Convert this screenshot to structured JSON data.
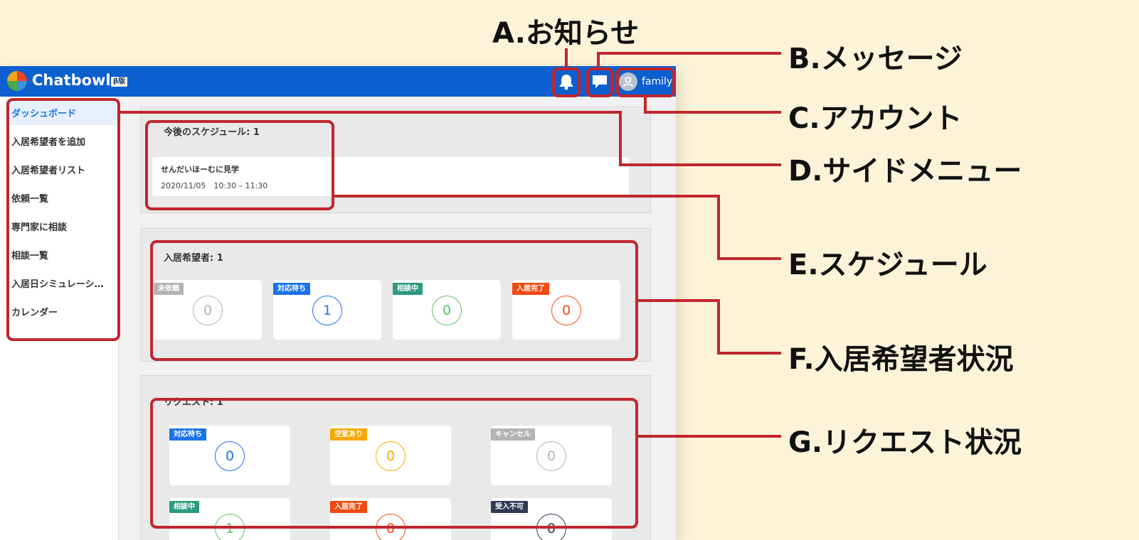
{
  "app": {
    "name": "Chatbowl",
    "beta_badge": "β版",
    "account_name": "family"
  },
  "icons": {
    "logo": "chatbowl-logo-icon",
    "notifications": "bell-icon",
    "messages": "chat-bubble-icon",
    "account": "user-avatar-icon"
  },
  "colors": {
    "header": "#0b5fcf",
    "callout": "#c0272d",
    "background": "#fdf3d9"
  },
  "sidebar": {
    "items": [
      {
        "label": "ダッシュボード",
        "active": true
      },
      {
        "label": "入居希望者を追加"
      },
      {
        "label": "入居希望者リスト"
      },
      {
        "label": "依頼一覧"
      },
      {
        "label": "専門家に相談"
      },
      {
        "label": "相談一覧"
      },
      {
        "label": "入居日シミュレーシ…"
      },
      {
        "label": "カレンダー"
      }
    ]
  },
  "schedule": {
    "title": "今後のスケジュール: 1",
    "items": [
      {
        "name": "せんだいほーむに見学",
        "time": "2020/11/05　10:30 – 11:30"
      }
    ]
  },
  "applicants": {
    "title": "入居希望者: 1",
    "stats": [
      {
        "label": "未依頼",
        "value": "0",
        "color": "#b3b3b3"
      },
      {
        "label": "対応待ち",
        "value": "1",
        "color": "#1a73e8"
      },
      {
        "label": "相談中",
        "value": "0",
        "color": "#2c9a7e"
      },
      {
        "label": "入居完了",
        "value": "0",
        "color": "#f04a12"
      }
    ]
  },
  "requests": {
    "title": "リクエスト: 1",
    "stats": [
      {
        "label": "対応待ち",
        "value": "0",
        "color": "#1a73e8"
      },
      {
        "label": "空室あり",
        "value": "0",
        "color": "#f5a800"
      },
      {
        "label": "キャンセル",
        "value": "0",
        "color": "#b3b3b3"
      },
      {
        "label": "相談中",
        "value": "1",
        "color": "#2c9a7e"
      },
      {
        "label": "入居完了",
        "value": "0",
        "color": "#f04a12"
      },
      {
        "label": "受入不可",
        "value": "0",
        "color": "#2f3b52"
      }
    ]
  },
  "callouts": {
    "a": "A.お知らせ",
    "b": "B.メッセージ",
    "c": "C.アカウント",
    "d": "D.サイドメニュー",
    "e": "E.スケジュール",
    "f": "F.入居希望者状況",
    "g": "G.リクエスト状況"
  }
}
